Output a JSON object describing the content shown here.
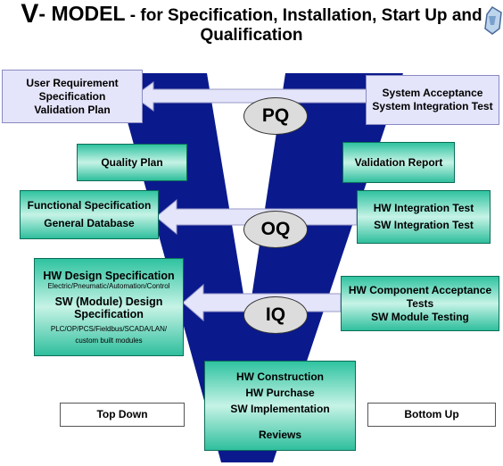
{
  "title": {
    "v": "V",
    "model": "- MODEL",
    "rest_line1": "- for Specification, Installation, Start Up and",
    "rest_line2": "Qualification"
  },
  "left_boxes": {
    "user_requirement": [
      "User Requirement",
      "Specification",
      "Validation Plan"
    ],
    "quality_plan": "Quality Plan",
    "functional_spec": [
      "Functional Specification",
      "General Database"
    ],
    "hw_design_title": "HW Design Specification",
    "hw_design_sub": "Electric/Pneumatic/Automation/Control",
    "sw_design": [
      "SW (Module) Design",
      "Specification"
    ],
    "sw_design_sub": [
      "PLC/OP/PCS/Fieldbus/SCADA/LAN/",
      "custom built modules"
    ]
  },
  "right_boxes": {
    "system_acceptance": [
      "System Acceptance",
      "System Integration Test"
    ],
    "validation_report": "Validation  Report",
    "integration_tests": [
      "HW Integration Test",
      "SW Integration Test"
    ],
    "component_tests": [
      "HW Component Acceptance",
      "Tests",
      "SW Module Testing"
    ]
  },
  "bottom_box": [
    "HW Construction",
    "HW Purchase",
    "SW Implementation",
    "",
    "Reviews"
  ],
  "qualification_labels": {
    "pq": "PQ",
    "oq": "OQ",
    "iq": "IQ"
  },
  "direction_labels": {
    "top_down": "Top Down",
    "bottom_up": "Bottom Up"
  },
  "colors": {
    "v_fill": "#0a1a8c",
    "box_green": "#2fc3a0",
    "box_lavender": "#e4e4fa",
    "ellipse": "#dcdcdc",
    "arrow": "#e4e4fa"
  },
  "icons": {
    "corner_logo": "logo-icon"
  }
}
